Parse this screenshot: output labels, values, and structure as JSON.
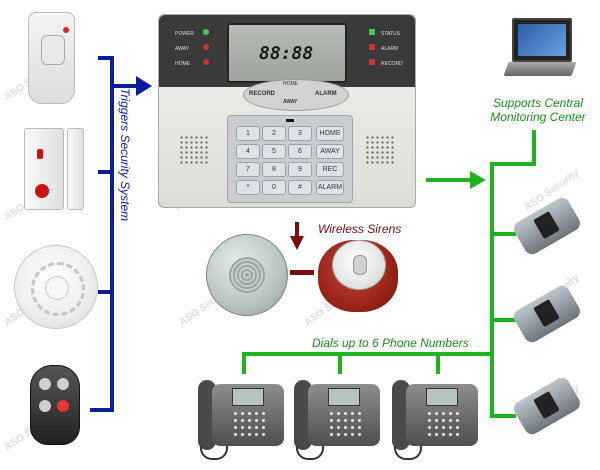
{
  "labels": {
    "triggers": "Triggers Security System",
    "central": [
      "Supports Central",
      "Monitoring Center"
    ],
    "sirens": "Wireless Sirens",
    "dials": "Dials up to 6 Phone Numbers",
    "watermark": "ASO Security"
  },
  "panel": {
    "left_labels": [
      "POWER",
      "AWAY",
      "HOME"
    ],
    "right_labels": [
      "STATUS",
      "ALARM",
      "RECORD"
    ],
    "display": "88:88",
    "top_buttons": [
      "HOME",
      "RECORD",
      "ALARM",
      "AWAY"
    ],
    "keys": [
      [
        "1",
        "2",
        "3",
        "HOME"
      ],
      [
        "4",
        "5",
        "6",
        "AWAY"
      ],
      [
        "7",
        "8",
        "9",
        "REC"
      ],
      [
        "*",
        "0",
        "#",
        "ALARM"
      ]
    ]
  },
  "colors": {
    "trigger_line": "#0a1e9c",
    "phone_line": "#1fb31f",
    "siren_arrow": "#7a0c0c"
  }
}
